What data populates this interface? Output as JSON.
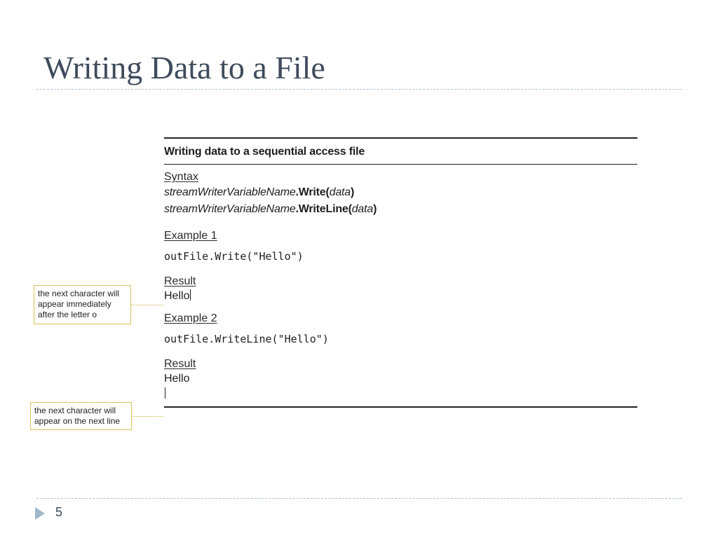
{
  "slide": {
    "title": "Writing Data to a File",
    "page_number": "5"
  },
  "box": {
    "heading": "Writing data to a sequential access file",
    "syntax_label": "Syntax",
    "syntax_line1": {
      "var": "streamWriterVariableName",
      "method": ".Write(",
      "arg": "data",
      "close": ")"
    },
    "syntax_line2": {
      "var": "streamWriterVariableName",
      "method": ".WriteLine(",
      "arg": "data",
      "close": ")"
    },
    "example1_label": "Example 1",
    "example1_code": "outFile.Write(\"Hello\")",
    "result1_label": "Result",
    "result1_text": "Hello",
    "example2_label": "Example 2",
    "example2_code": "outFile.WriteLine(\"Hello\")",
    "result2_label": "Result",
    "result2_text": "Hello"
  },
  "callouts": {
    "callout1": "the next character will appear immediately after the letter o",
    "callout2": "the next character will appear on the next line"
  },
  "colors": {
    "title": "#3f4b5c",
    "dashed_rule": "#a9bfd0",
    "callout_border": "#d9c25a",
    "footer_arrow": "#9fb7cd"
  }
}
